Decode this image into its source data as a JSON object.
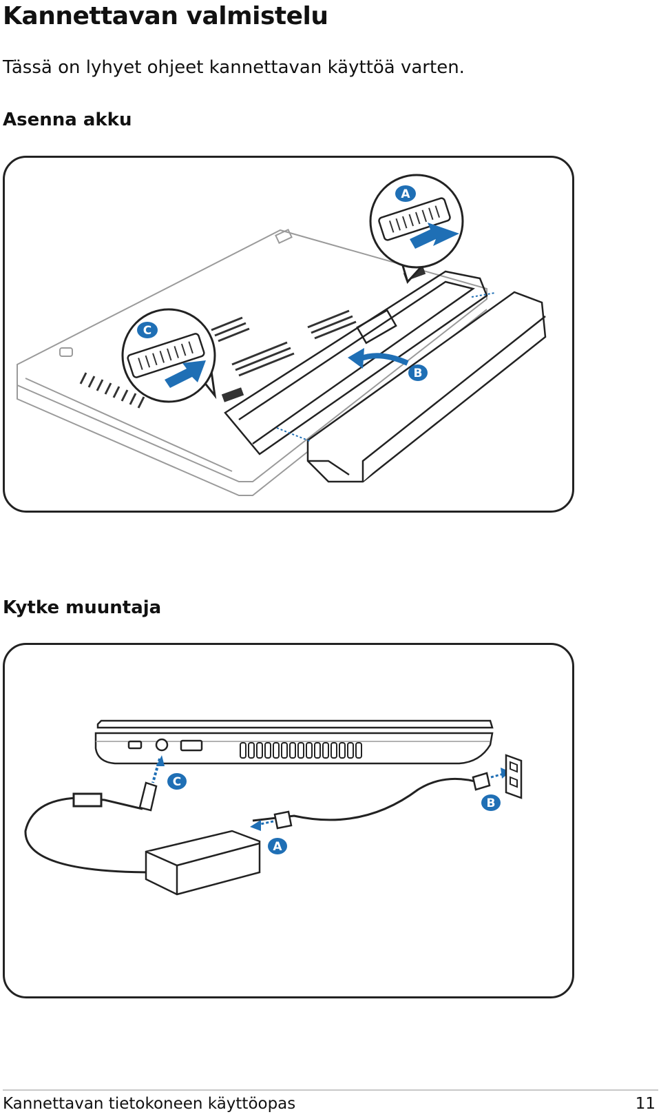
{
  "page": {
    "title": "Kannettavan valmistelu",
    "intro": "Tässä on lyhyet ohjeet kannettavan käyttöä varten."
  },
  "sections": {
    "battery": {
      "heading": "Asenna akku",
      "labels": {
        "a": "A",
        "b": "B",
        "c": "C"
      }
    },
    "adapter": {
      "heading": "Kytke muuntaja",
      "labels": {
        "a": "A",
        "b": "B",
        "c": "C"
      }
    }
  },
  "footer": {
    "title": "Kannettavan tietokoneen käyttöopas",
    "page_number": "11"
  },
  "colors": {
    "accent_blue": "#1f6fb5",
    "line": "#222222",
    "light_line": "#9a9a9a"
  },
  "icons": [
    "battery-latch-icon",
    "arrow-icon",
    "power-outlet-icon",
    "ac-adapter-icon"
  ]
}
